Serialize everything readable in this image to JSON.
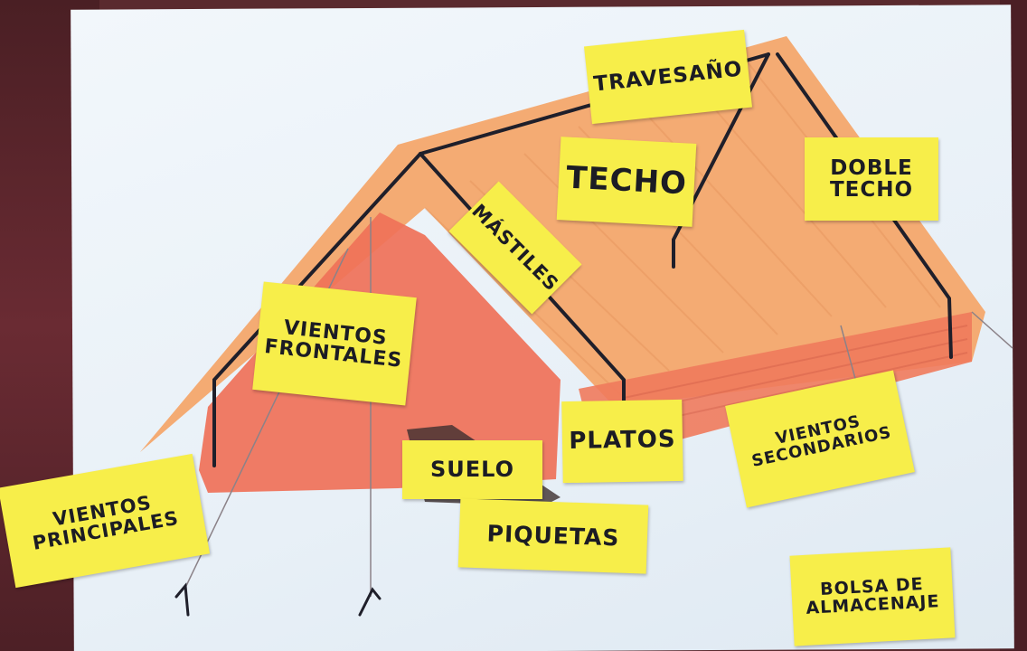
{
  "labels": {
    "travesano": "TRAVESAÑO",
    "techo": "TECHO",
    "doble_techo": "DOBLE\nTECHO",
    "mastiles": "MÁSTILES",
    "vientos_frontales": "VIENTOS\nFRONTALES",
    "platos": "PLATOS",
    "suelo": "SUELO",
    "vientos_secundarios": "VIENTOS\nSECONDARIOS",
    "vientos_principales": "VIENTOS\nPRINCIPALES",
    "piquetas": "PIQUETAS",
    "bolsa_almacenaje": "BOLSA DE\nALMACENAJE"
  },
  "colors": {
    "note_yellow": "#f7ee4a",
    "tent_orange": "#f4a36b",
    "tent_red": "#ee7058",
    "paper": "#eaf1f7",
    "table": "#5a2a2e",
    "pole_line": "#1f1f2a"
  }
}
